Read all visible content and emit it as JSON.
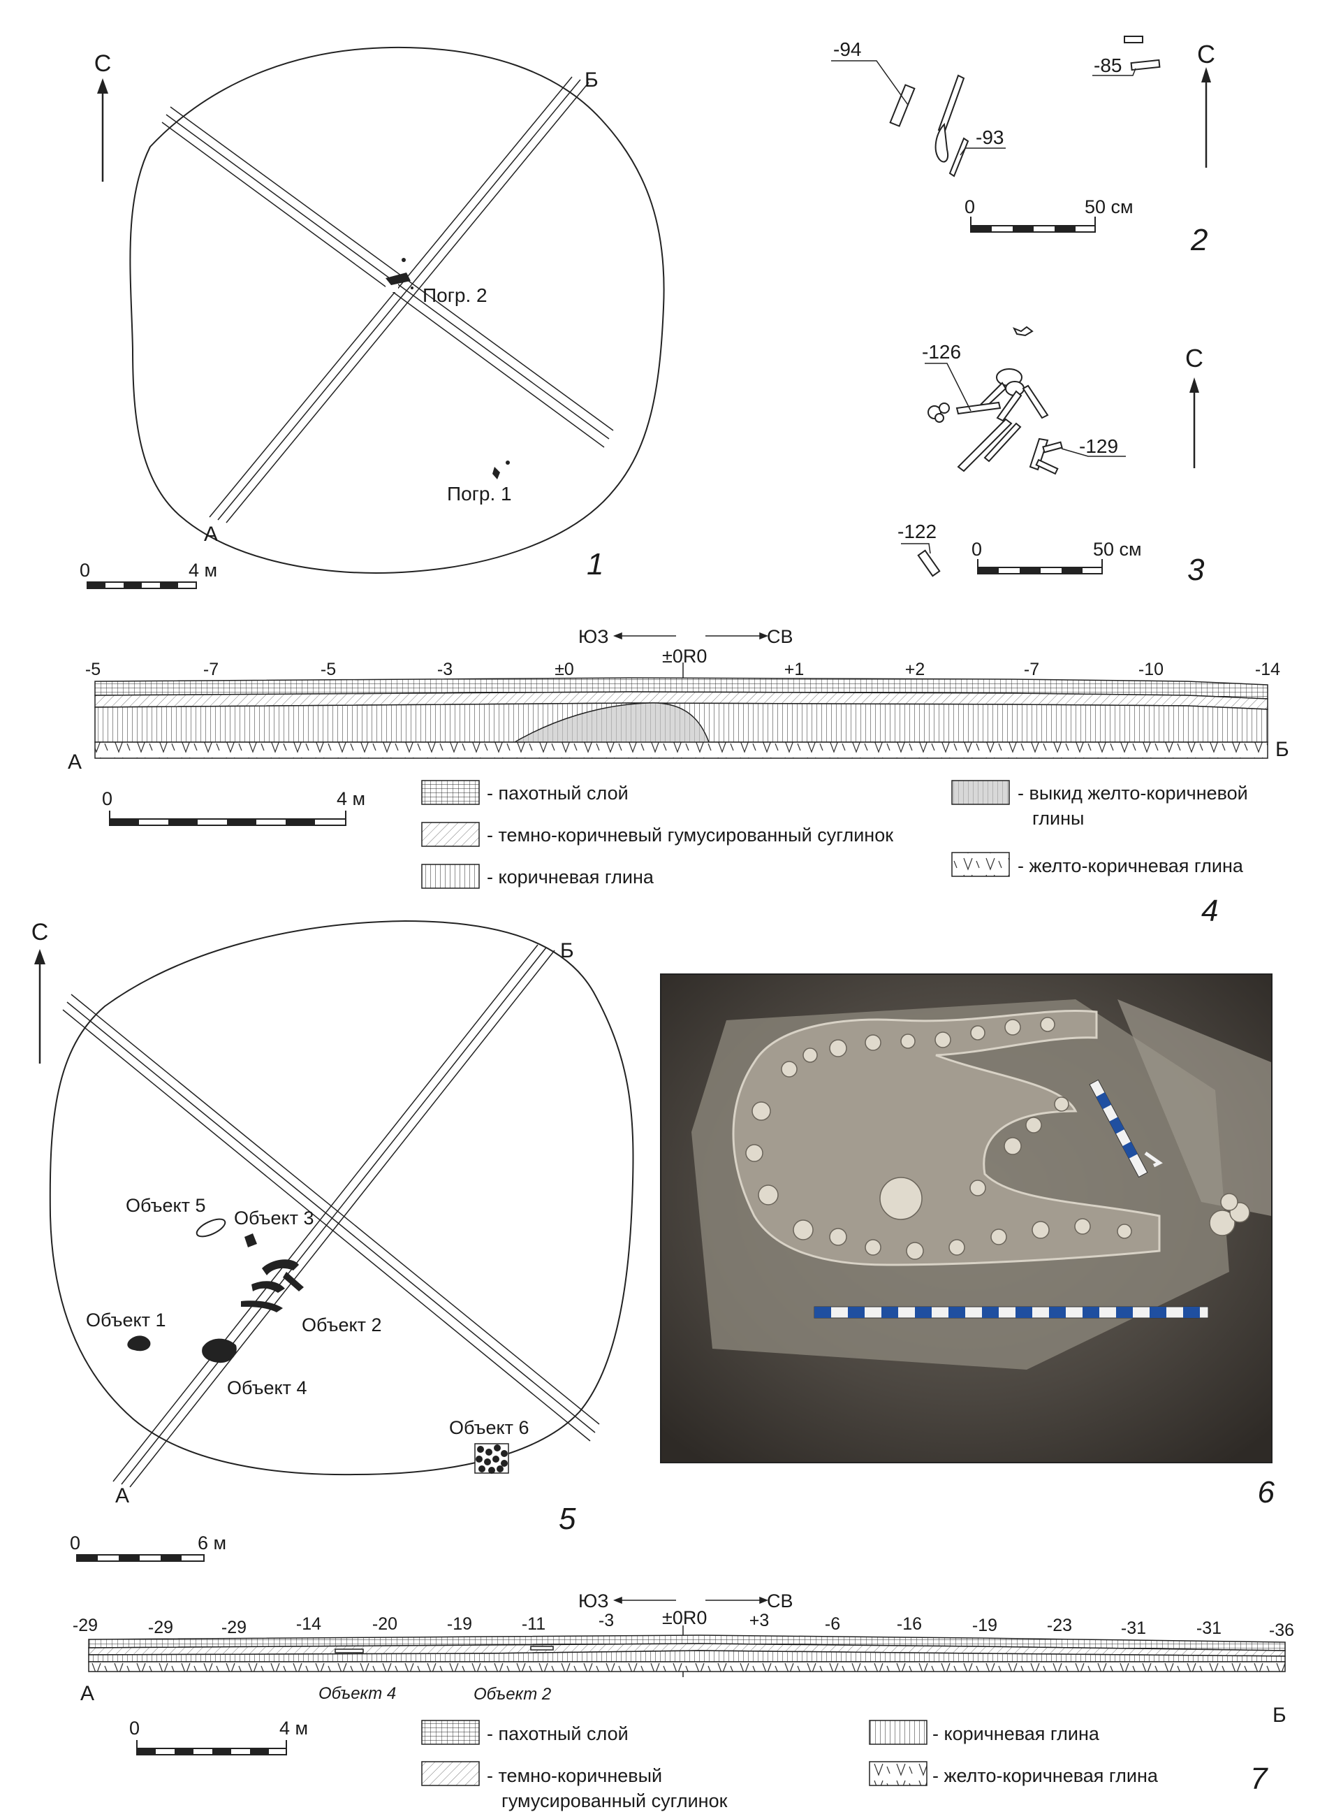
{
  "north_label": "С",
  "scale_zero": "0",
  "dir_sw": "ЮЗ",
  "dir_ne": "СВ",
  "point_a": "А",
  "point_b": "Б",
  "fig1": {
    "number": "1",
    "scale_end": "4 м",
    "burial_1": "Погр. 1",
    "burial_2": "Погр. 2"
  },
  "fig2": {
    "number": "2",
    "scale_end": "50 см",
    "depths": [
      "-94",
      "-85",
      "-93"
    ]
  },
  "fig3": {
    "number": "3",
    "scale_end": "50 см",
    "depths": [
      "-126",
      "-129",
      "-122"
    ]
  },
  "fig4": {
    "number": "4",
    "scale_end": "4 м",
    "benchmark": "±0R0",
    "elevations": [
      "-5",
      "-7",
      "-5",
      "-3",
      "±0",
      "+1",
      "+2",
      "-7",
      "-10",
      "-14"
    ],
    "legend": {
      "plough": "- пахотный слой",
      "loam": "- темно-коричневый гумусированный суглинок",
      "brown_clay": "- коричневая глина",
      "upcast_1": "- выкид желто-коричневой",
      "upcast_2": "глины",
      "yellow_clay": "- желто-коричневая глина"
    }
  },
  "fig5": {
    "number": "5",
    "scale_end": "6 м",
    "objects": [
      "Объект 1",
      "Объект 2",
      "Объект 3",
      "Объект 4",
      "Объект 5",
      "Объект 6"
    ]
  },
  "fig6": {
    "number": "6"
  },
  "fig7": {
    "number": "7",
    "scale_end": "4 м",
    "benchmark": "±0R0",
    "elevations": [
      "-29",
      "-29",
      "-29",
      "-14",
      "-20",
      "-19",
      "-11",
      "-3",
      "+3",
      "-6",
      "-16",
      "-19",
      "-23",
      "-31",
      "-31",
      "-36"
    ],
    "obj_labels": [
      "Объект 4",
      "Объект 2"
    ],
    "legend": {
      "plough": "- пахотный слой",
      "loam_1": "- темно-коричневый",
      "loam_2": "гумусированный суглинок",
      "brown_clay": "- коричневая глина",
      "yellow_clay": "- желто-коричневая глина"
    }
  }
}
